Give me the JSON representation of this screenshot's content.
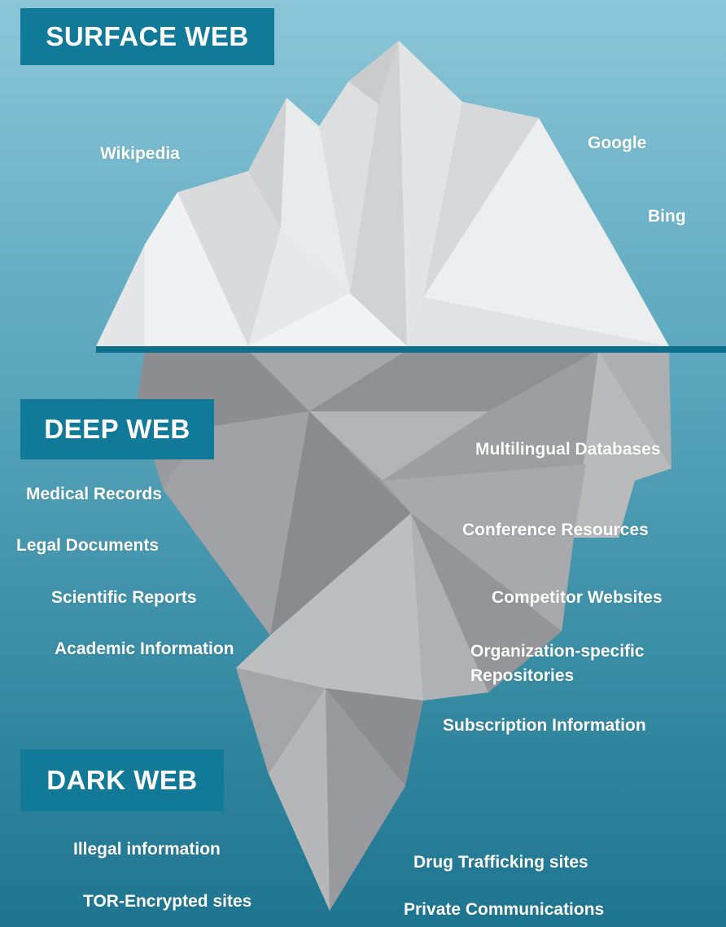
{
  "sections": {
    "surface": {
      "title": "SURFACE WEB"
    },
    "deep": {
      "title": "DEEP WEB"
    },
    "dark": {
      "title": "DARK WEB"
    }
  },
  "surface_items": [
    "Wikipedia",
    "Google",
    "Bing"
  ],
  "deep_items_left": [
    "Medical Records",
    "Legal Documents",
    "Scientific Reports",
    "Academic Information"
  ],
  "deep_items_right": [
    "Multilingual Databases",
    "Conference Resources",
    "Competitor Websites",
    "Organization-specific",
    "Repositories",
    "Subscription Information"
  ],
  "dark_items_left": [
    "Illegal information",
    "TOR-Encrypted sites"
  ],
  "dark_items_right": [
    "Drug Trafficking sites",
    "Private Communications"
  ],
  "colors": {
    "banner": "#117a98",
    "waterline": "#0d6f8c",
    "ice_above": "#e6e8ea",
    "ice_below": "#9a9b9e",
    "label_text": "#ffffff"
  }
}
